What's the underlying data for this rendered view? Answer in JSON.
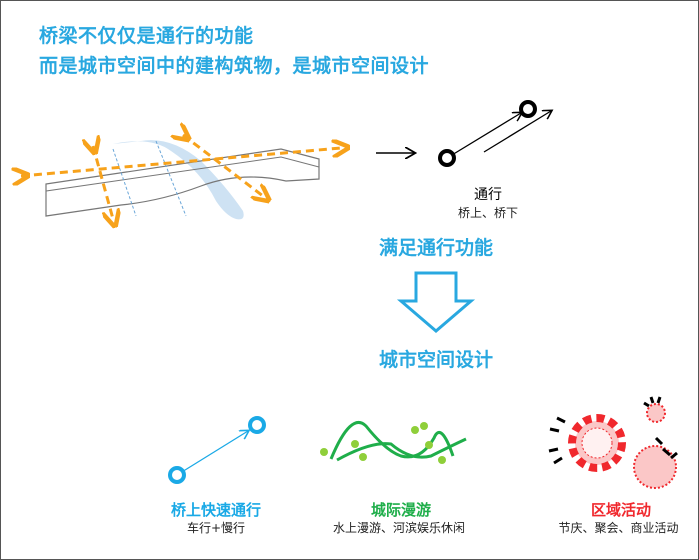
{
  "title": {
    "line1": "桥梁不仅仅是通行的功能",
    "line2": "而是城市空间中的建构筑物，是城市空间设计"
  },
  "passage": {
    "label": "通行",
    "sub": "桥上、桥下"
  },
  "middle": {
    "top": "满足通行功能",
    "bottom": "城市空间设计"
  },
  "features": [
    {
      "label": "桥上快速通行",
      "sub": "车行+慢行",
      "color": "#1aa9e6"
    },
    {
      "label": "城际漫游",
      "sub": "水上漫游、河滨娱乐休闲",
      "color": "#1fae4a"
    },
    {
      "label": "区域活动",
      "sub": "节庆、聚会、商业活动",
      "color": "#f0282d"
    }
  ]
}
